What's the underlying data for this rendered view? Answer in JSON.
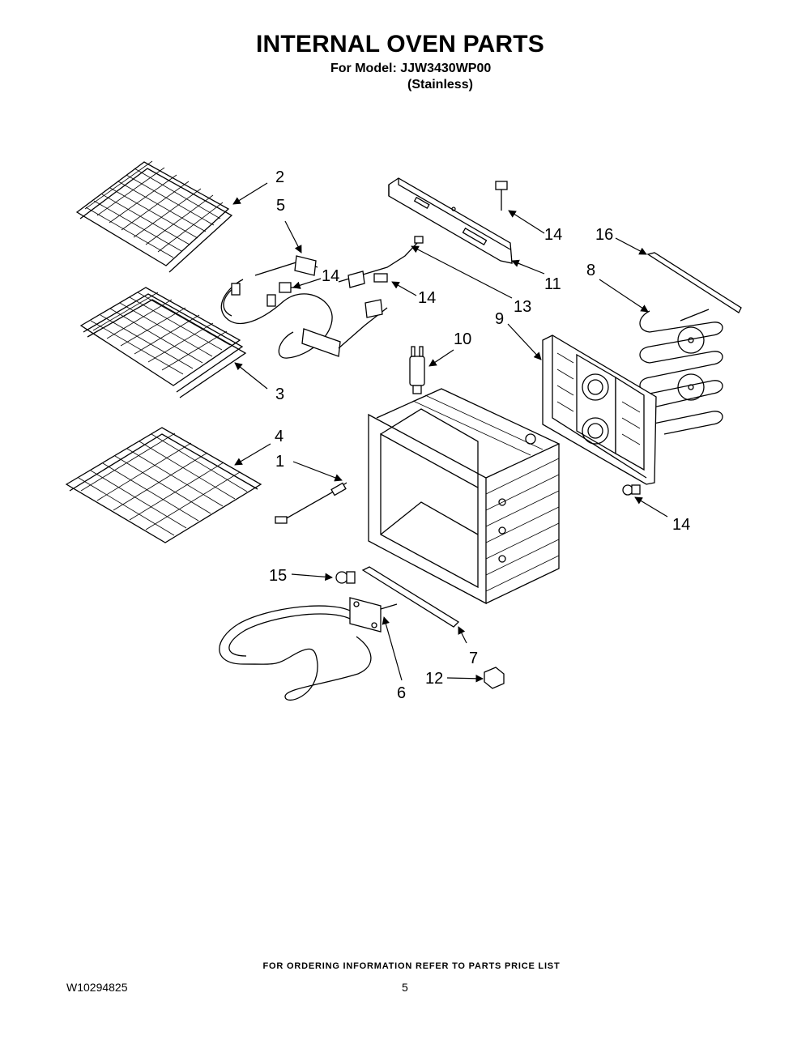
{
  "header": {
    "title": "INTERNAL OVEN PARTS",
    "model": "For Model: JJW3430WP00",
    "variant": "(Stainless)"
  },
  "callouts": {
    "c1": "1",
    "c2": "2",
    "c3": "3",
    "c4": "4",
    "c5": "5",
    "c6": "6",
    "c7": "7",
    "c8": "8",
    "c9": "9",
    "c10": "10",
    "c11": "11",
    "c12": "12",
    "c13": "13",
    "c14a": "14",
    "c14b": "14",
    "c14c": "14",
    "c14d": "14",
    "c15": "15",
    "c16": "16"
  },
  "footer": {
    "note": "FOR ORDERING INFORMATION REFER TO PARTS PRICE LIST",
    "doc_number": "W10294825",
    "page": "5"
  }
}
